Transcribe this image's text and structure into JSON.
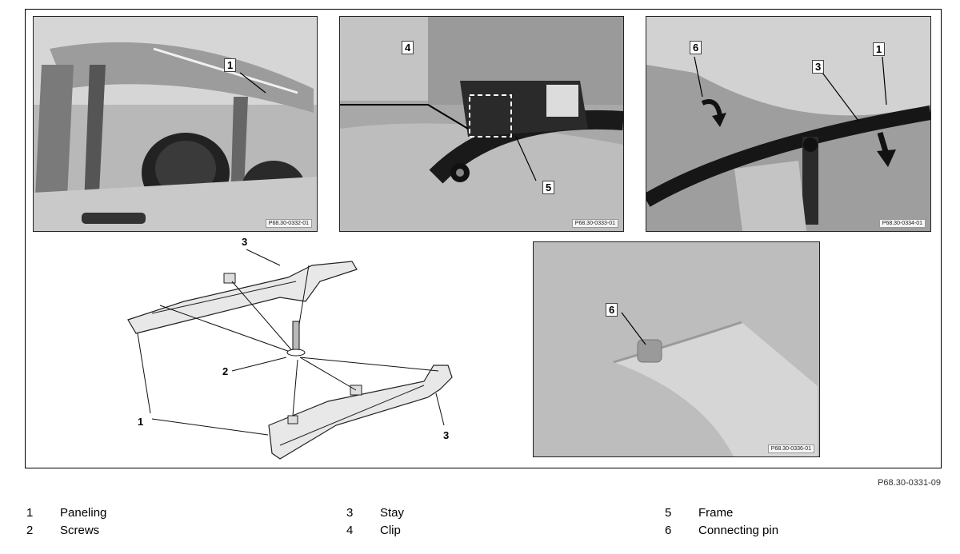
{
  "photos": [
    {
      "code": "P68.30-0332-01",
      "callouts": [
        "1"
      ]
    },
    {
      "code": "P68.30-0333-01",
      "callouts": [
        "4",
        "5"
      ]
    },
    {
      "code": "P68.30-0334-01",
      "callouts": [
        "6",
        "3",
        "1"
      ]
    },
    {
      "code": "P68.30-0336-01",
      "callouts": [
        "6"
      ]
    }
  ],
  "drawing": {
    "callouts": [
      "3",
      "2",
      "1",
      "3"
    ]
  },
  "figure_code": "P68.30-0331-09",
  "legend": [
    {
      "num": "1",
      "label": "Paneling"
    },
    {
      "num": "2",
      "label": "Screws"
    },
    {
      "num": "3",
      "label": "Stay"
    },
    {
      "num": "4",
      "label": "Clip"
    },
    {
      "num": "5",
      "label": "Frame"
    },
    {
      "num": "6",
      "label": "Connecting pin"
    }
  ]
}
